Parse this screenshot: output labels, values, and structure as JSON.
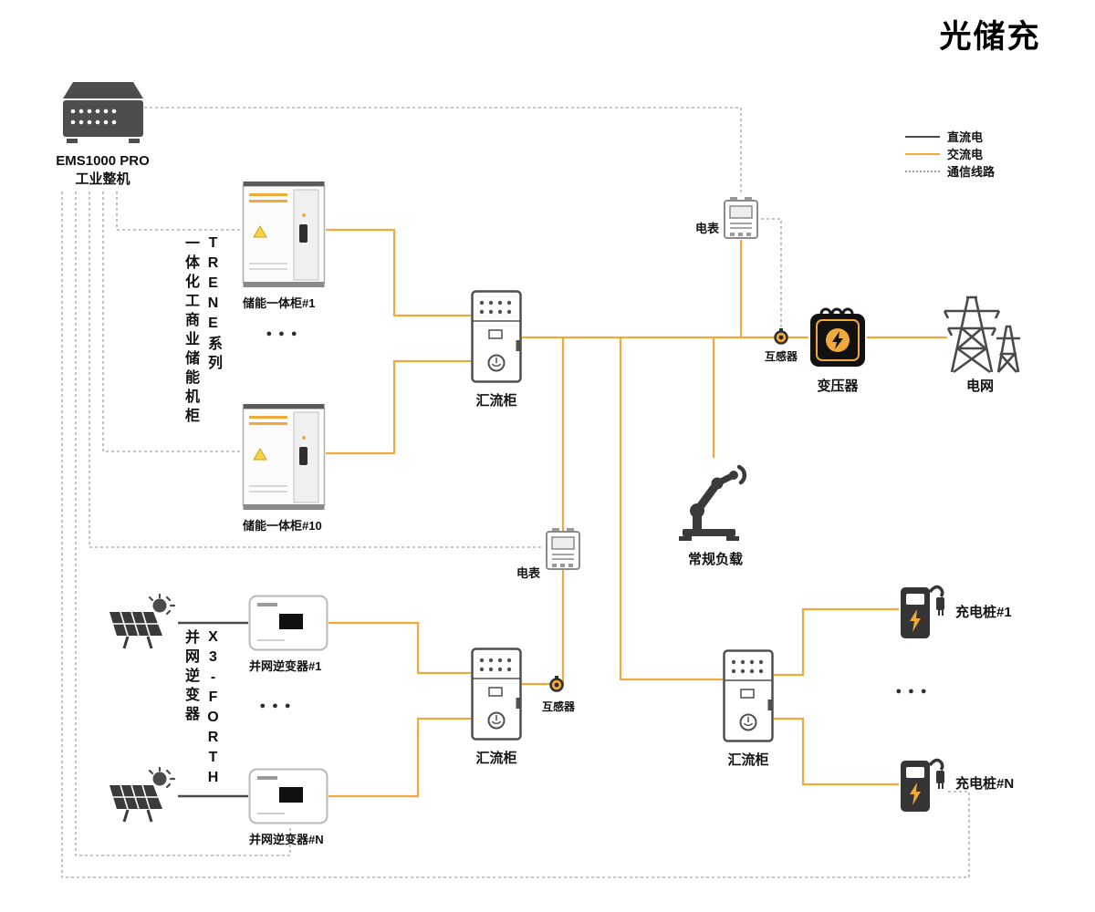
{
  "title": "光储充",
  "legend": {
    "dc": "直流电",
    "ac": "交流电",
    "comm": "通信线路"
  },
  "colors": {
    "ac_line": "#F2A93B",
    "dc_line": "#4A4A4A",
    "comm_line": "#B3B3B3",
    "icon_dark": "#3A3A3A",
    "warning_yellow": "#FFD23F",
    "title_text": "#000000"
  },
  "ems": {
    "name": "EMS1000 PRO",
    "type": "工业整机"
  },
  "storage": {
    "series_name": "TRENE系列",
    "series_desc": "一体化工商业储能机柜",
    "cabinet_first": "储能一体柜#1",
    "cabinet_last": "储能一体柜#10",
    "more": "●●●"
  },
  "pv": {
    "series_name": "X3-FORTH",
    "series_desc": "并网逆变器",
    "inverter_first": "并网逆变器#1",
    "inverter_last": "并网逆变器#N",
    "more": "●●●"
  },
  "combiner": {
    "storage": "汇流柜",
    "pv": "汇流柜",
    "charging": "汇流柜"
  },
  "meter": {
    "grid": "电表",
    "pv": "电表"
  },
  "ct": {
    "grid": "互感器",
    "pv": "互感器"
  },
  "transformer": "变压器",
  "grid": "电网",
  "load": "常规负载",
  "charger": {
    "first": "充电桩#1",
    "last": "充电桩#N",
    "more": "●●●"
  }
}
